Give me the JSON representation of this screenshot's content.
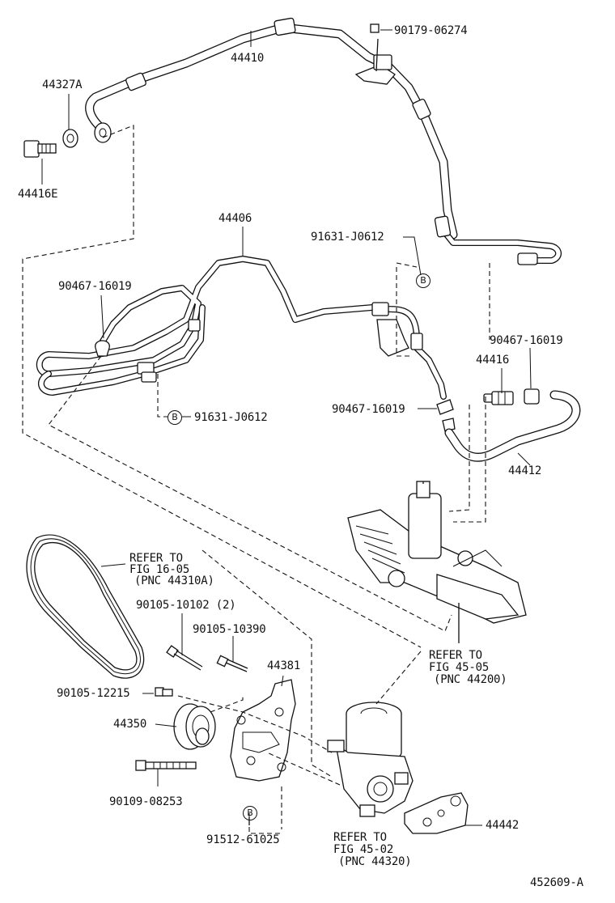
{
  "diagram": {
    "figure_code": "452609-A",
    "callouts": {
      "p44410": "44410",
      "p90179": "90179-06274",
      "p44327A": "44327A",
      "p44416E": "44416E",
      "p44406": "44406",
      "p91631_top": "91631-J0612",
      "p90467_left": "90467-16019",
      "p91631_left": "91631-J0612",
      "p90467_right": "90467-16019",
      "p44416": "44416",
      "p90467_mid": "90467-16019",
      "p44412": "44412",
      "p90105_10102": "90105-10102 (2)",
      "p90105_10390": "90105-10390",
      "p44381": "44381",
      "p90105_12215": "90105-12215",
      "p44350": "44350",
      "p90109": "90109-08253",
      "p91512": "91512-61025",
      "p44442": "44442"
    },
    "circle_markers": {
      "b1": "B",
      "b2": "B",
      "b3": "B"
    },
    "references": {
      "belt": {
        "line1": "REFER TO",
        "line2": "FIG 16-05",
        "line3": "(PNC 44310A)"
      },
      "gear": {
        "line1": "REFER TO",
        "line2": "FIG 45-05",
        "line3": "(PNC 44200)"
      },
      "pump": {
        "line1": "REFER TO",
        "line2": "FIG 45-02",
        "line3": "(PNC 44320)"
      }
    }
  }
}
